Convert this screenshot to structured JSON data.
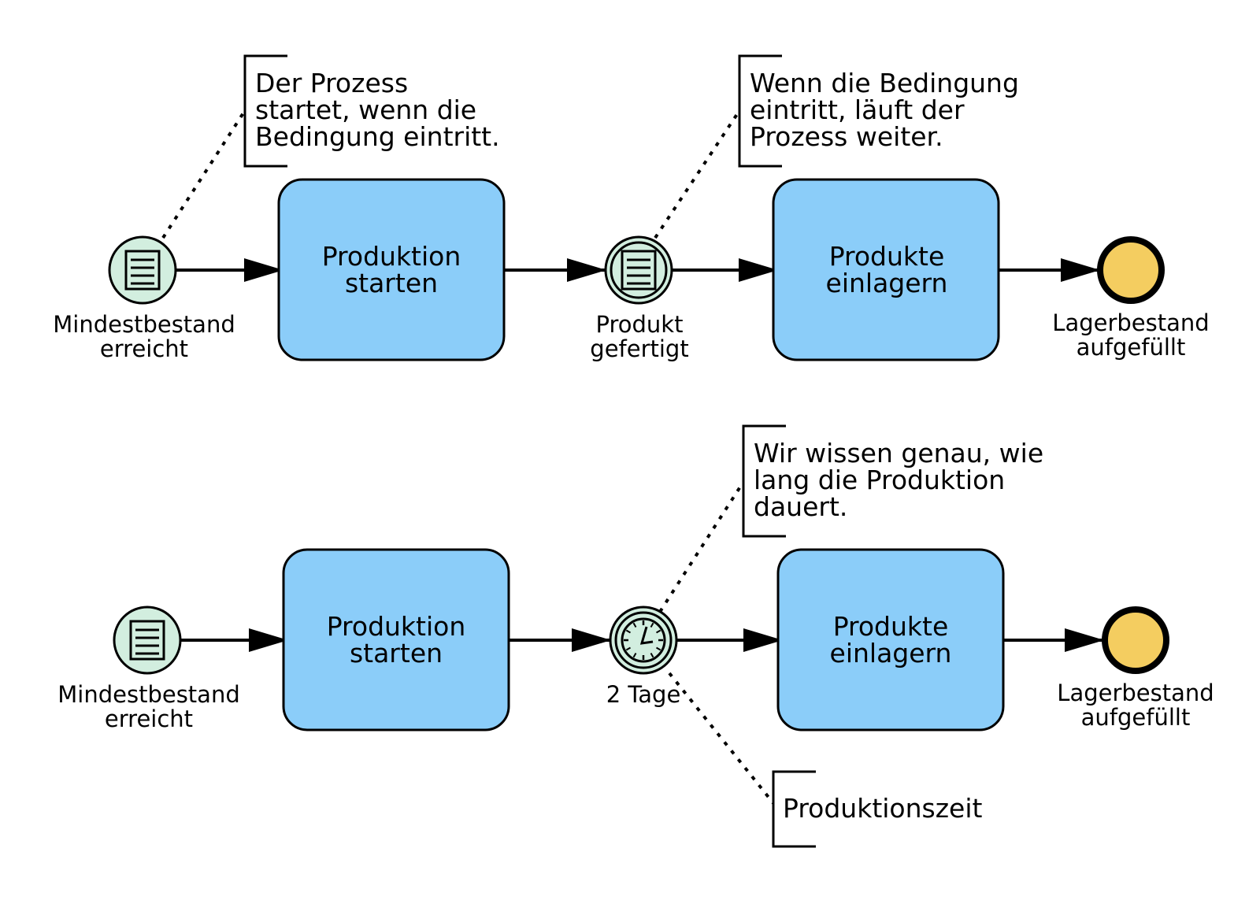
{
  "colors": {
    "task_fill": "#8BCDF9",
    "event_fill": "#D2EEDF",
    "end_fill": "#F4CD60",
    "stroke": "#000000"
  },
  "diagram_1": {
    "start_event": {
      "line1": "Mindestbestand",
      "line2": "erreicht",
      "icon": "conditional-icon"
    },
    "task_1": {
      "line1": "Produktion",
      "line2": "starten"
    },
    "intermediate_event": {
      "line1": "Produkt",
      "line2": "gefertigt",
      "icon": "conditional-icon"
    },
    "task_2": {
      "line1": "Produkte",
      "line2": "einlagern"
    },
    "end_event": {
      "line1": "Lagerbestand",
      "line2": "aufgefüllt"
    },
    "note_start": {
      "line1": "Der Prozess",
      "line2": "startet, wenn die",
      "line3": "Bedingung eintritt."
    },
    "note_intermediate": {
      "line1": "Wenn die Bedingung",
      "line2": "eintritt, läuft der",
      "line3": "Prozess weiter."
    }
  },
  "diagram_2": {
    "start_event": {
      "line1": "Mindestbestand",
      "line2": "erreicht",
      "icon": "conditional-icon"
    },
    "task_1": {
      "line1": "Produktion",
      "line2": "starten"
    },
    "timer_event": {
      "label": "2 Tage",
      "icon": "timer-icon"
    },
    "task_2": {
      "line1": "Produkte",
      "line2": "einlagern"
    },
    "end_event": {
      "line1": "Lagerbestand",
      "line2": "aufgefüllt"
    },
    "note_timer": {
      "line1": "Wir wissen genau, wie",
      "line2": "lang die Produktion",
      "line3": "dauert."
    },
    "note_duration": {
      "line1": "Produktionszeit"
    }
  }
}
